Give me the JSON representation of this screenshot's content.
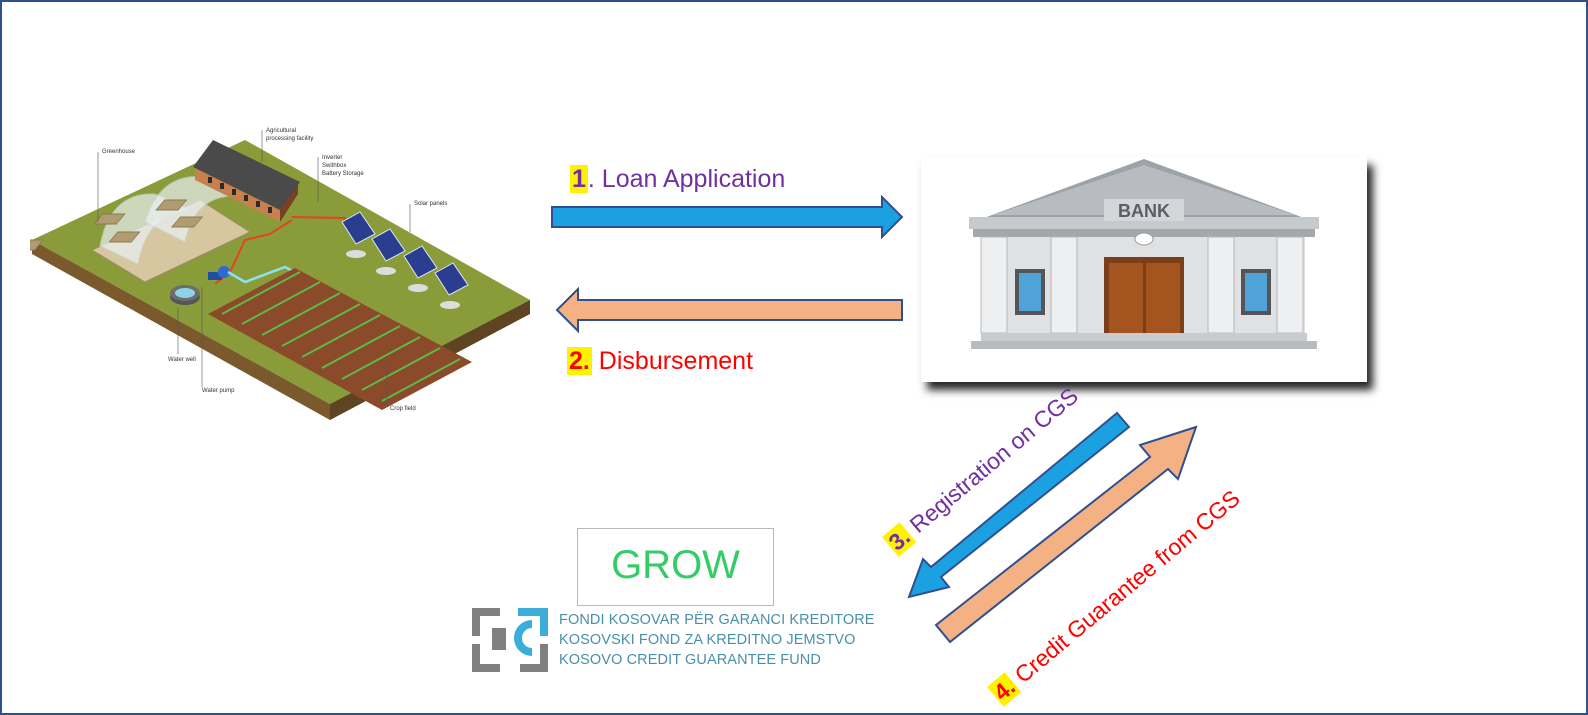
{
  "farm": {
    "labels": {
      "greenhouse": "Greenhouse",
      "processing_1": "Agricultural",
      "processing_2": "processing facility",
      "inverter_1": "Inverter",
      "inverter_2": "Swithbox",
      "inverter_3": "Battery Storage",
      "solar": "Solar panels",
      "water_well": "Water well",
      "water_pump": "Water pump",
      "crop_field": "Crop field"
    }
  },
  "steps": {
    "s1": {
      "num": "1",
      "text": ". Loan Application",
      "color": "#7030a0"
    },
    "s2": {
      "num": "2.",
      "text": " Disbursement",
      "color": "#ff0000"
    },
    "s3": {
      "num": "3.",
      "text": " Registration on CGS",
      "color": "#7030a0"
    },
    "s4": {
      "num": "4.",
      "text": " Credit Guarantee from CGS",
      "color": "#ff0000"
    }
  },
  "bank": {
    "sign": "BANK"
  },
  "grow": {
    "title": "GROW"
  },
  "fund": {
    "line1": "FONDI KOSOVAR PËR GARANCI KREDITORE",
    "line2": "KOSOVSKI FOND ZA KREDITNO JEMSTVO",
    "line3": "KOSOVO CREDIT GUARANTEE FUND"
  },
  "colors": {
    "arrow_blue": "#1ba1e2",
    "arrow_salmon": "#f4b183",
    "arrow_outline": "#2f4f8f",
    "highlight": "#fff200",
    "grow_green": "#33cc66"
  }
}
